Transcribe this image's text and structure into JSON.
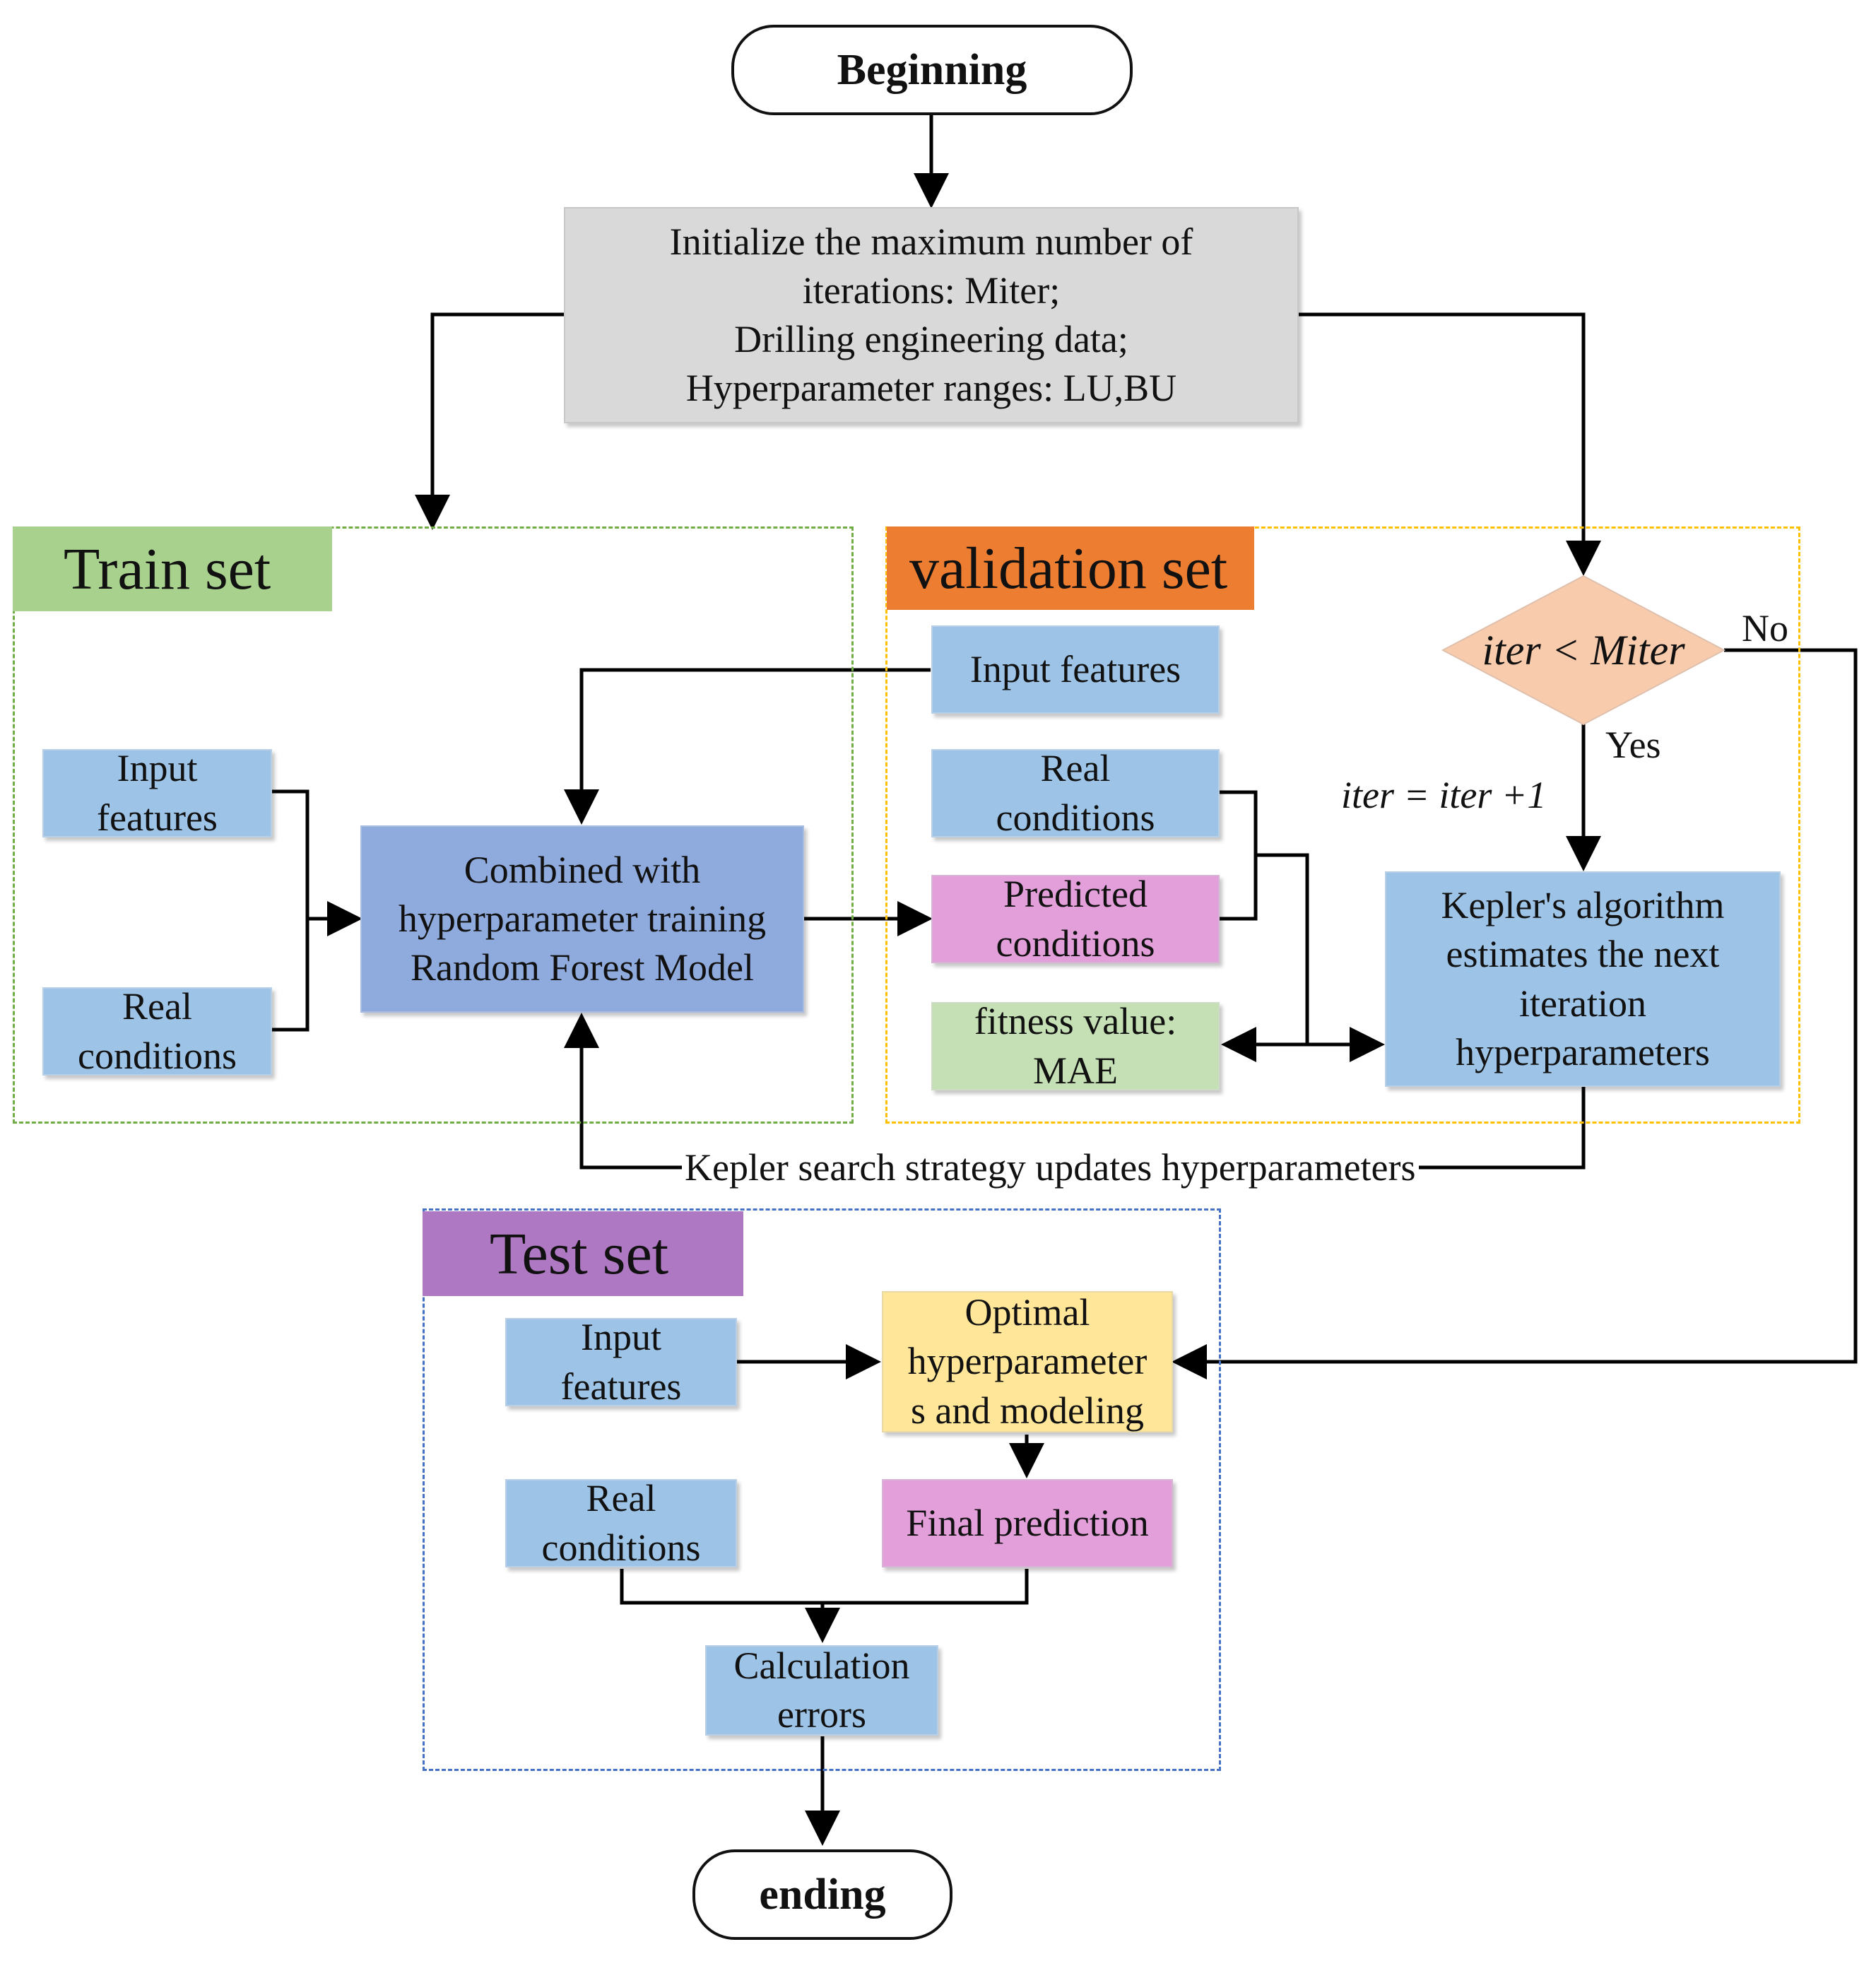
{
  "flow": {
    "begin": "Beginning",
    "init": "Initialize the maximum number of\niterations: Miter;\nDrilling engineering data;\nHyperparameter ranges: LU,BU",
    "end": "ending"
  },
  "train": {
    "title": "Train set",
    "input": "Input\nfeatures",
    "real": "Real\nconditions",
    "model": "Combined with\nhyperparameter training\nRandom Forest Model"
  },
  "validation": {
    "title": "validation set",
    "input": "Input features",
    "real": "Real\nconditions",
    "predicted": "Predicted\nconditions",
    "fitness": "fitness value:\nMAE",
    "decision": "iter < Miter",
    "yes": "Yes",
    "no": "No",
    "update": "iter = iter +1",
    "kepler": "Kepler's algorithm\nestimates the next\niteration\nhyperparameters"
  },
  "loop_label": "Kepler search strategy updates hyperparameters",
  "test": {
    "title": "Test set",
    "input": "Input\nfeatures",
    "real": "Real\nconditions",
    "optimal": "Optimal\nhyperparameter\ns and modeling",
    "final": "Final prediction",
    "calc": "Calculation\nerrors"
  },
  "colors": {
    "train_tag": "#a9d18e",
    "validation_tag": "#ed7d31",
    "test_tag": "#ae78c2",
    "decision_fill": "#f8cbad",
    "train_border": "#70ad47",
    "validation_border": "#ffc000",
    "test_border": "#4472c4"
  }
}
